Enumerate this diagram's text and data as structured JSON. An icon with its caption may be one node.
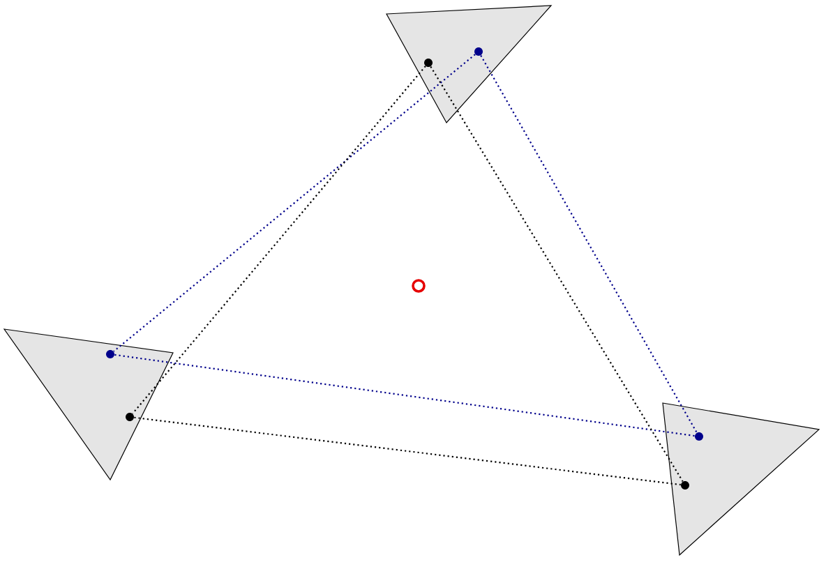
{
  "diagram": {
    "nodes": [
      {
        "text": [],
        "shape": "circle"
      },
      {
        "text": [],
        "shape": "circle"
      },
      {
        "text": [],
        "shape": "circle"
      },
      {
        "text": [],
        "shape": "circle"
      },
      {
        "text": [],
        "shape": "circle"
      },
      {
        "text": [],
        "shape": "circle"
      }
    ],
    "edges": [
      {
        "from": 0,
        "to": 2,
        "arrow": "none",
        "color": "#00008b"
      },
      {
        "from": 0,
        "to": 4,
        "arrow": "none",
        "color": "#00008b"
      },
      {
        "from": 2,
        "to": 4,
        "arrow": "none",
        "color": "#00008b"
      },
      {
        "from": 1,
        "to": 3,
        "arrow": "none",
        "color": "#000000"
      },
      {
        "from": 1,
        "to": 5,
        "arrow": "none",
        "color": "#000000"
      },
      {
        "from": 3,
        "to": 5,
        "arrow": "none",
        "color": "#000000"
      }
    ]
  }
}
